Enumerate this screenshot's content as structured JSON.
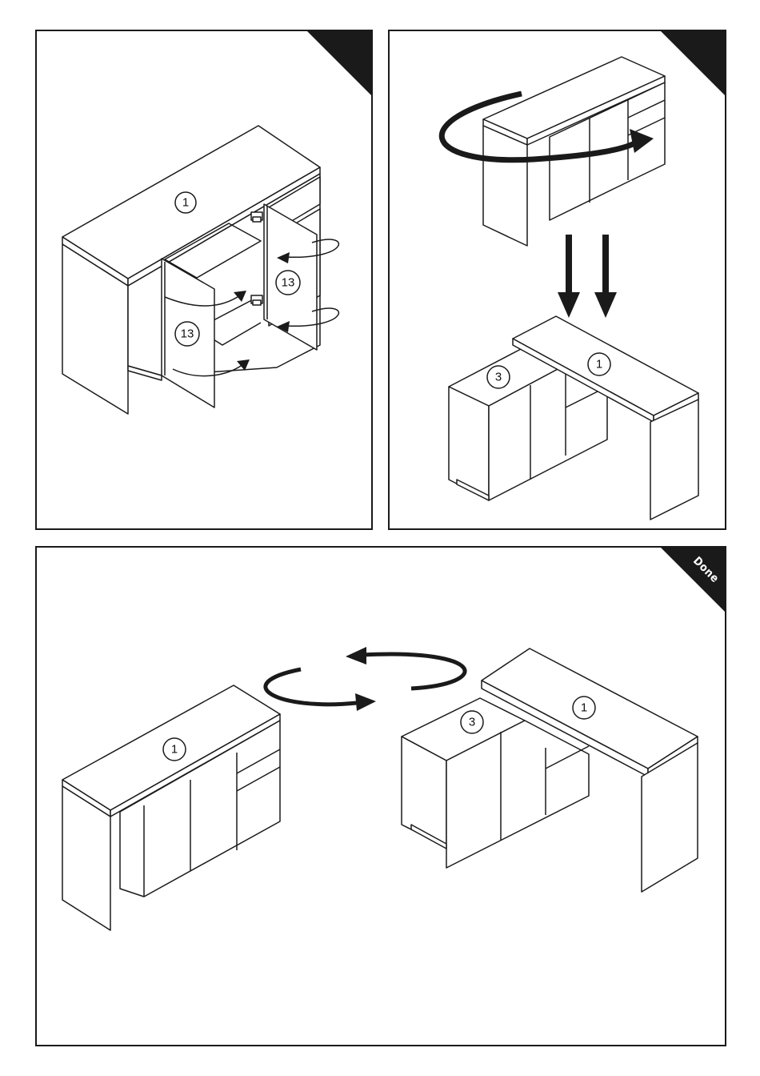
{
  "steps": [
    {
      "id": "step-1",
      "parts": [
        {
          "label": "1"
        },
        {
          "label": "13"
        },
        {
          "label": "13"
        }
      ]
    },
    {
      "id": "step-2",
      "parts": [
        {
          "label": "3"
        },
        {
          "label": "1"
        }
      ]
    },
    {
      "id": "step-3",
      "corner_label": "Done",
      "parts": [
        {
          "label": "1"
        },
        {
          "label": "3"
        },
        {
          "label": "1"
        }
      ]
    }
  ]
}
